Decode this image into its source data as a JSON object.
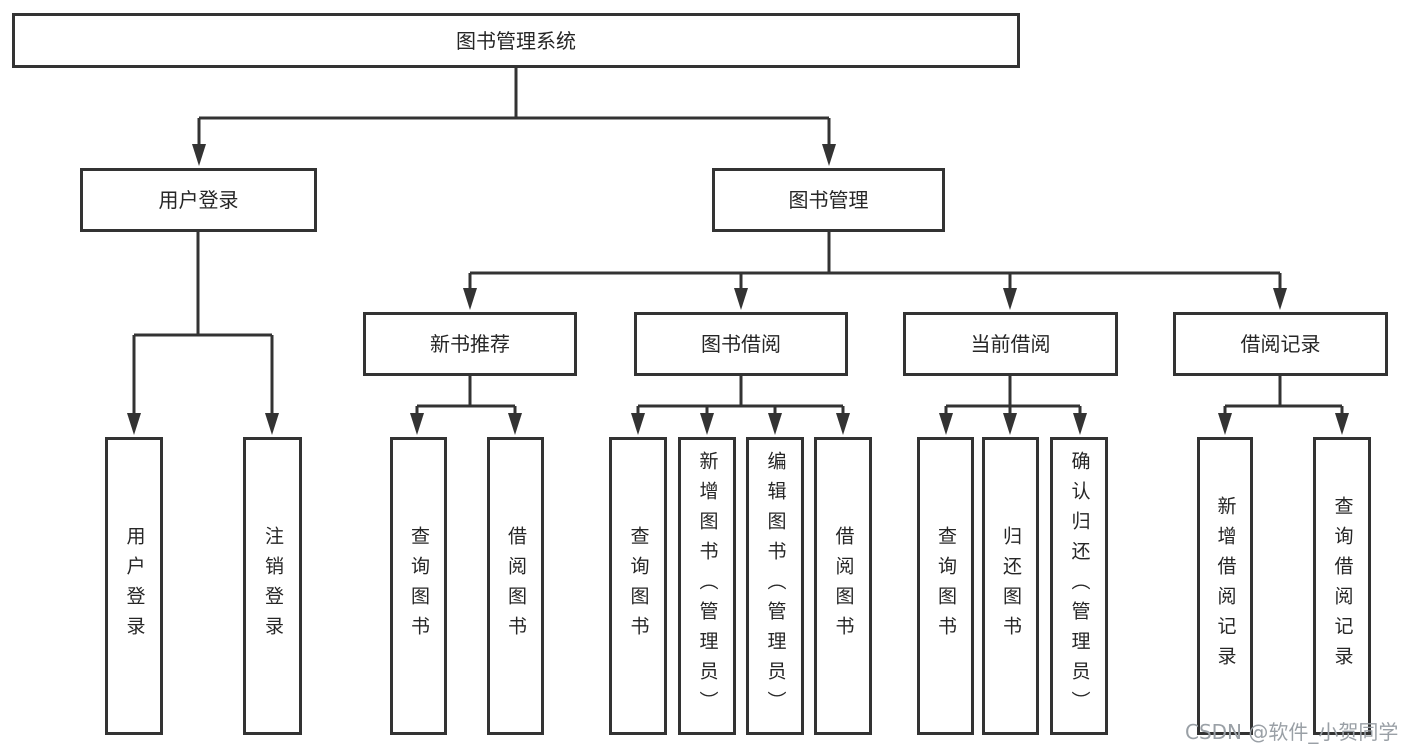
{
  "diagram_title": "图书管理系统",
  "watermark": "CSDN @软件_小贺同学",
  "colors": {
    "line": "#333333",
    "node_border": "#333333",
    "text": "#262626",
    "watermark": "#9aa0a6",
    "background": "#ffffff"
  },
  "nodes": {
    "root": {
      "label": "图书管理系统"
    },
    "user_login": {
      "label": "用户登录"
    },
    "book_mgmt": {
      "label": "图书管理"
    },
    "new_book_rec": {
      "label": "新书推荐"
    },
    "book_borrow": {
      "label": "图书借阅"
    },
    "current_borrow": {
      "label": "当前借阅"
    },
    "borrow_record": {
      "label": "借阅记录"
    },
    "leaf_user_login": {
      "label": "用户登录"
    },
    "leaf_logout_login": {
      "label": "注销登录"
    },
    "leaf_query_book_rec": {
      "label": "查询图书"
    },
    "leaf_borrow_book_rec": {
      "label": "借阅图书"
    },
    "leaf_query_book_borrow": {
      "label": "查询图书"
    },
    "leaf_add_book": {
      "label": "新增图书（管理员）"
    },
    "leaf_edit_book": {
      "label": "编辑图书（管理员）"
    },
    "leaf_borrow_book_borrow": {
      "label": "借阅图书"
    },
    "leaf_query_book_current": {
      "label": "查询图书"
    },
    "leaf_return_book": {
      "label": "归还图书"
    },
    "leaf_confirm_return": {
      "label": "确认归还（管理员）"
    },
    "leaf_add_borrow_record": {
      "label": "新增借阅记录"
    },
    "leaf_query_borrow_record": {
      "label": "查询借阅记录"
    }
  },
  "structure": {
    "root": [
      "user_login",
      "book_mgmt"
    ],
    "user_login": [
      "leaf_user_login",
      "leaf_logout_login"
    ],
    "book_mgmt": [
      "new_book_rec",
      "book_borrow",
      "current_borrow",
      "borrow_record"
    ],
    "new_book_rec": [
      "leaf_query_book_rec",
      "leaf_borrow_book_rec"
    ],
    "book_borrow": [
      "leaf_query_book_borrow",
      "leaf_add_book",
      "leaf_edit_book",
      "leaf_borrow_book_borrow"
    ],
    "current_borrow": [
      "leaf_query_book_current",
      "leaf_return_book",
      "leaf_confirm_return"
    ],
    "borrow_record": [
      "leaf_add_borrow_record",
      "leaf_query_borrow_record"
    ]
  }
}
